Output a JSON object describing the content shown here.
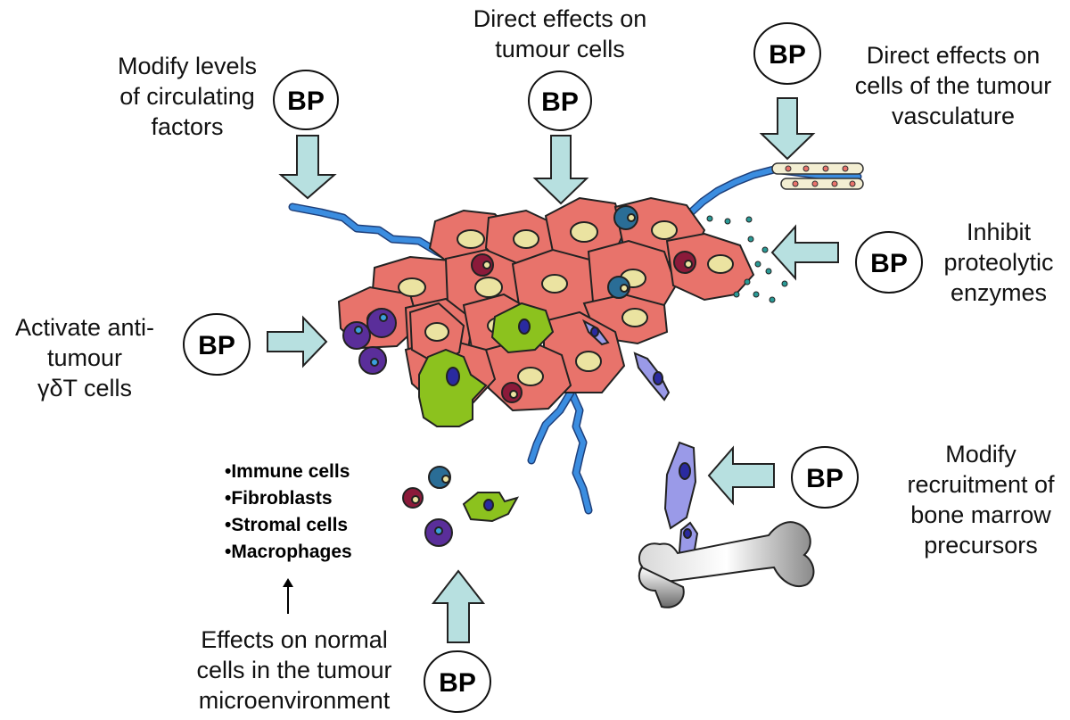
{
  "bp_label": "BP",
  "labels": {
    "circulating": [
      "Modify levels",
      "of circulating",
      "factors"
    ],
    "tumour_cells": [
      "Direct effects on",
      "tumour cells"
    ],
    "vasculature": [
      "Direct effects on",
      "cells of the tumour",
      "vasculature"
    ],
    "proteolytic": [
      "Inhibit",
      "proteolytic",
      "enzymes"
    ],
    "gdt": [
      "Activate anti-",
      "tumour",
      "γδT cells"
    ],
    "bone_marrow": [
      "Modify",
      "recruitment of",
      "bone marrow",
      "precursors"
    ],
    "normal_cells": [
      "Effects on normal",
      "cells in the tumour",
      "microenvironment"
    ]
  },
  "normal_cell_list": [
    "•Immune cells",
    "•Fibroblasts",
    "•Stromal cells",
    "•Macrophages"
  ],
  "colors": {
    "tumour_cell": "#e8736b",
    "nucleus": "#ebe3a1",
    "vessel": "#3b8de0",
    "arrow_fill": "#b7e0e0",
    "dark_red_cell": "#8b1a3a",
    "teal_cell": "#2a6d96",
    "purple_cell": "#5a2e9a",
    "green_cell": "#8cc21e",
    "lavender_cell": "#9a9ae8",
    "enzyme_dot": "#2a9a96"
  }
}
